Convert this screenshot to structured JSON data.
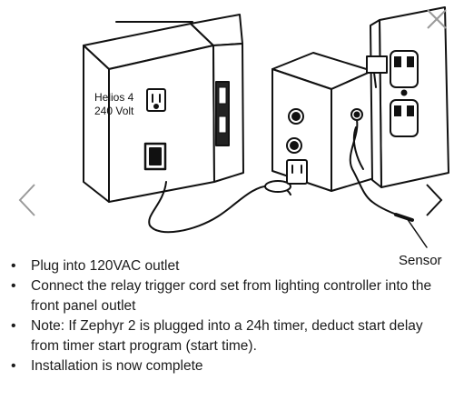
{
  "device": {
    "line1": "Helios 4",
    "line2": "240 Volt"
  },
  "callout": {
    "sensor": "Sensor"
  },
  "instructions": [
    "Plug into 120VAC outlet",
    "Connect the relay trigger cord set from lighting controller into the front panel outlet",
    "Note: If Zephyr 2 is plugged into a 24h timer, deduct start delay from timer start program (start time).",
    "Installation is now complete"
  ],
  "icons": {
    "close": "close-icon",
    "previous": "chevron-left-icon",
    "next": "chevron-right-icon"
  },
  "colors": {
    "text": "#1a1a1a",
    "nav_chevron": "#9a9a9a"
  }
}
